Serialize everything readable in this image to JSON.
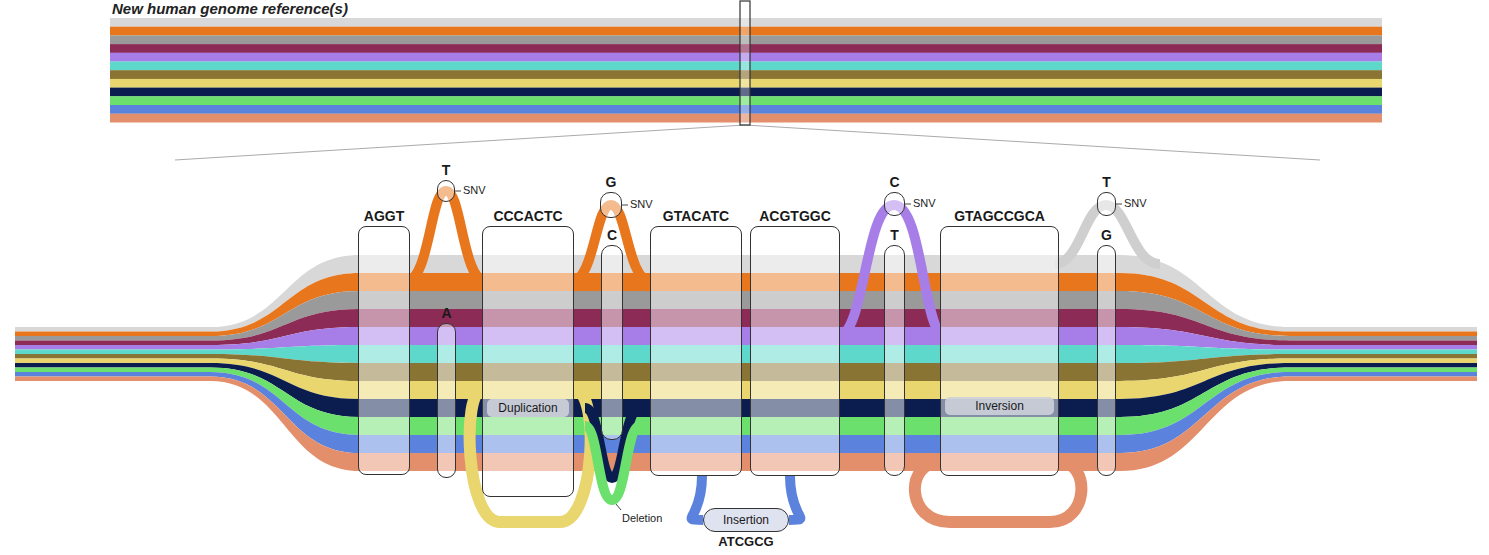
{
  "diagram": {
    "title": "New human genome reference(s)",
    "nodes": [
      {
        "text": [
          "AGGT"
        ]
      },
      {
        "text": [
          "T"
        ]
      },
      {
        "text": [
          "A"
        ]
      },
      {
        "text": [
          "CCCACTC",
          "Duplication"
        ]
      },
      {
        "text": [
          "G"
        ]
      },
      {
        "text": [
          "C"
        ]
      },
      {
        "text": [
          "GTACATC"
        ]
      },
      {
        "text": [
          "ACGTGGC"
        ]
      },
      {
        "text": [
          "Insertion",
          "ATCGCG"
        ]
      },
      {
        "text": [
          "C"
        ]
      },
      {
        "text": [
          "T"
        ]
      },
      {
        "text": [
          "GTAGCCGCA",
          "Inversion"
        ]
      },
      {
        "text": [
          "T"
        ]
      },
      {
        "text": [
          "G"
        ]
      }
    ],
    "edges": [
      {
        "from": 6,
        "to": 8,
        "arrow": "none"
      },
      {
        "from": 8,
        "to": 7,
        "arrow": "none"
      }
    ],
    "labels": [
      "SNV",
      "SNV",
      "SNV",
      "SNV",
      "Deletion"
    ]
  }
}
